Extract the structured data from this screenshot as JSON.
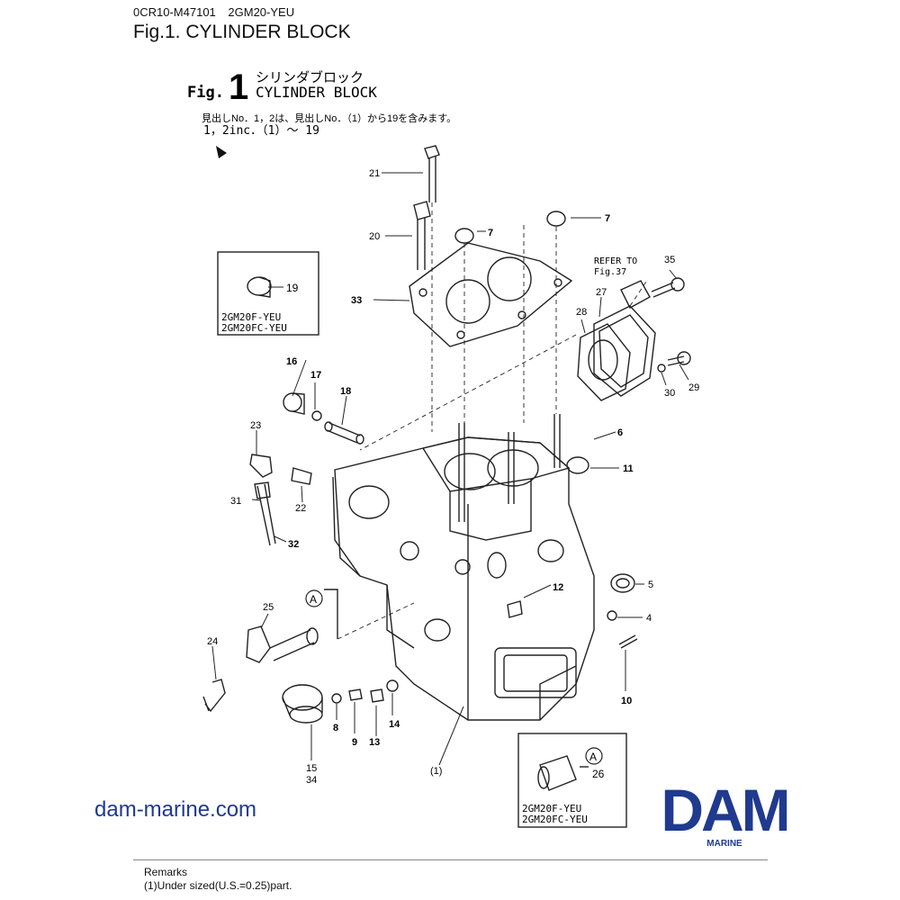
{
  "header": {
    "code": "0CR10-M47101",
    "model": "2GM20-YEU",
    "title": "Fig.1.  CYLINDER BLOCK"
  },
  "figure": {
    "fig_label": "Fig.",
    "fig_number": "1",
    "title_jp": "シリンダブロック",
    "title_en": "CYLINDER BLOCK",
    "note_jp": "見出しNo．1，2は、見出しNo．（1）から19を含みます。",
    "note_en": "1，2inc．（1）～ 19",
    "refer_to": "REFER TO",
    "refer_fig": "Fig.37",
    "inset_top": {
      "part": "19",
      "model_1": "2GM20F-YEU",
      "model_2": "2GM20FC-YEU"
    },
    "inset_bottom": {
      "callout": "A",
      "part": "26",
      "model_1": "2GM20F-YEU",
      "model_2": "2GM20FC-YEU"
    },
    "callout_a": "A",
    "parts": {
      "p21": "21",
      "p20": "20",
      "p7a": "7",
      "p7b": "7",
      "p35": "35",
      "p33": "33",
      "p27": "27",
      "p28": "28",
      "p16": "16",
      "p17": "17",
      "p18": "18",
      "p29": "29",
      "p30": "30",
      "p6": "6",
      "p23": "23",
      "p11": "11",
      "p31": "31",
      "p22": "22",
      "p32": "32",
      "p5": "5",
      "p12": "12",
      "p4": "4",
      "p25": "25",
      "p24": "24",
      "p10": "10",
      "p8": "8",
      "p9": "9",
      "p13": "13",
      "p14": "14",
      "p15": "15",
      "p34": "34",
      "p1": "(1)"
    }
  },
  "footer": {
    "website": "dam-marine.com",
    "logo_text": "DAM",
    "logo_sub": "MARINE",
    "remarks_label": "Remarks",
    "remarks_text": "(1)Under sized(U.S.=0.25)part."
  }
}
